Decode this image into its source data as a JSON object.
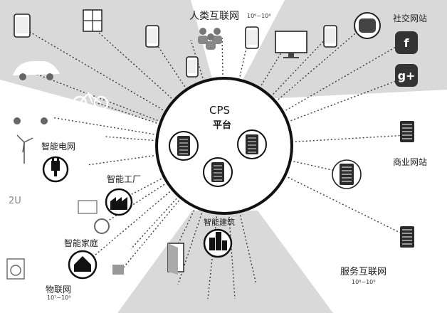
{
  "platform": {
    "name": "CPS",
    "sub": "平台"
  },
  "human_internet": {
    "label": "人类互联网",
    "scale": "10⁶~10⁸"
  },
  "social_sites": {
    "label": "社交网站"
  },
  "business_sites": {
    "label": "商业网站"
  },
  "service_internet": {
    "label": "服务互联网",
    "scale": "10⁸~10⁹"
  },
  "smart_grid": {
    "label": "智能电网"
  },
  "smart_factory": {
    "label": "智能工厂"
  },
  "smart_home": {
    "label": "智能家庭"
  },
  "smart_building": {
    "label": "智能建筑"
  },
  "iot": {
    "label": "物联网",
    "scale": "10⁷~10⁹"
  },
  "misc": {
    "meter_text": "2U"
  },
  "colors": {
    "ink": "#1a1a1a",
    "wedge": "#d9d9d9",
    "line": "#3a3a3a",
    "screen": "#2b2b2b"
  }
}
